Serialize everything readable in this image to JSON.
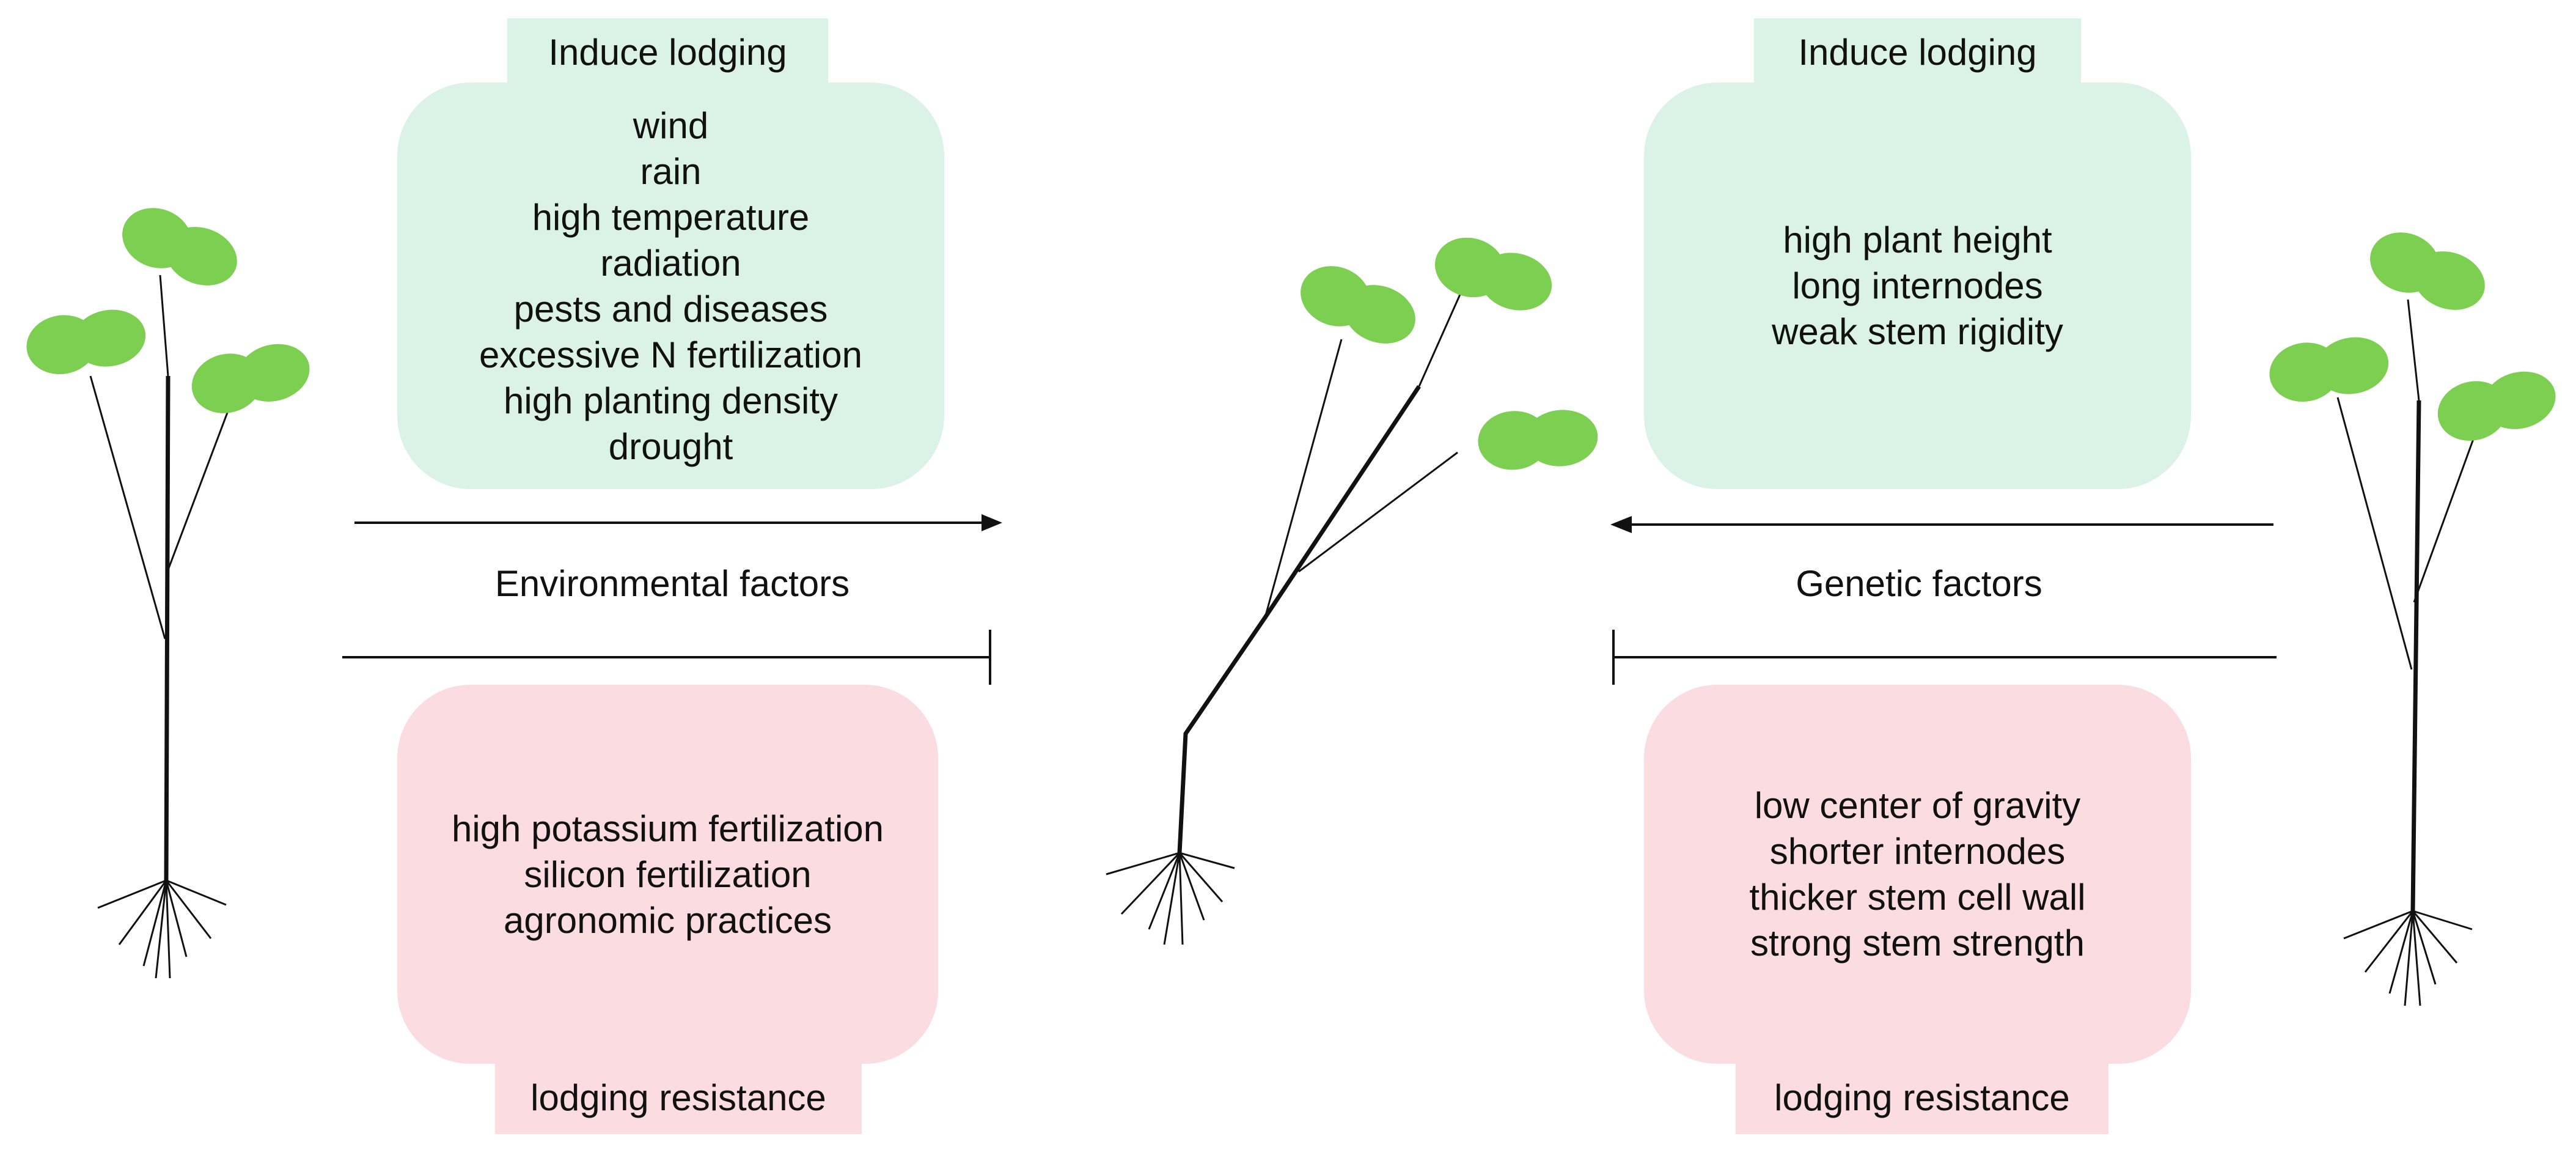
{
  "left": {
    "induce": {
      "tab_label": "Induce lodging",
      "items": [
        "wind",
        "rain",
        "high temperature",
        "radiation",
        "pests and diseases",
        "excessive N fertilization",
        "high planting density",
        "drought"
      ]
    },
    "factor_label": "Environmental factors",
    "resist": {
      "tab_label": "lodging resistance",
      "items": [
        "high potassium fertilization",
        "silicon fertilization",
        "agronomic practices"
      ]
    }
  },
  "right": {
    "induce": {
      "tab_label": "Induce lodging",
      "items": [
        "high plant height",
        "long internodes",
        "weak stem rigidity"
      ]
    },
    "factor_label": "Genetic factors",
    "resist": {
      "tab_label": "lodging resistance",
      "items": [
        "low center of gravity",
        "shorter internodes",
        "thicker stem cell wall",
        "strong stem strength"
      ]
    }
  },
  "colors": {
    "induce_fill": "#dbf2e9",
    "resist_fill": "#fadce1",
    "leaf": "#7dcf52",
    "stroke": "#111111"
  }
}
